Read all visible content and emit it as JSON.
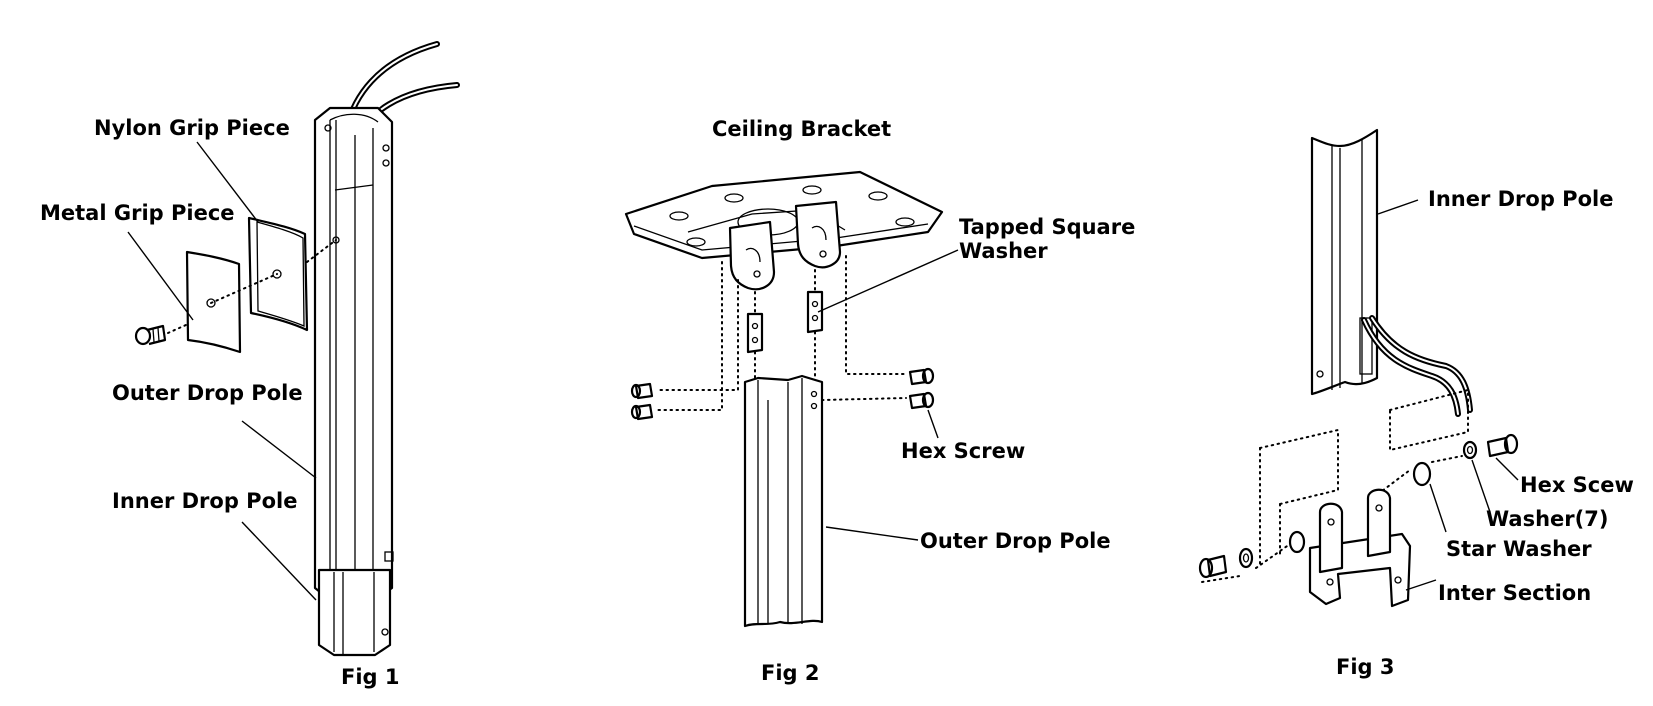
{
  "figures": [
    {
      "caption": "Fig 1",
      "labels": {
        "nylon_grip_piece": "Nylon Grip Piece",
        "metal_grip_piece": "Metal Grip Piece",
        "outer_drop_pole": "Outer Drop Pole",
        "inner_drop_pole": "Inner Drop Pole"
      }
    },
    {
      "caption": "Fig 2",
      "labels": {
        "ceiling_bracket": "Ceiling Bracket",
        "tapped_square_washer_line1": "Tapped Square",
        "tapped_square_washer_line2": "Washer",
        "hex_screw": "Hex Screw",
        "outer_drop_pole": "Outer Drop Pole"
      }
    },
    {
      "caption": "Fig 3",
      "labels": {
        "inner_drop_pole": "Inner Drop Pole",
        "hex_scew": "Hex Scew",
        "washer": "Washer(7)",
        "star_washer": "Star Washer",
        "inter_section": "Inter Section"
      }
    }
  ]
}
